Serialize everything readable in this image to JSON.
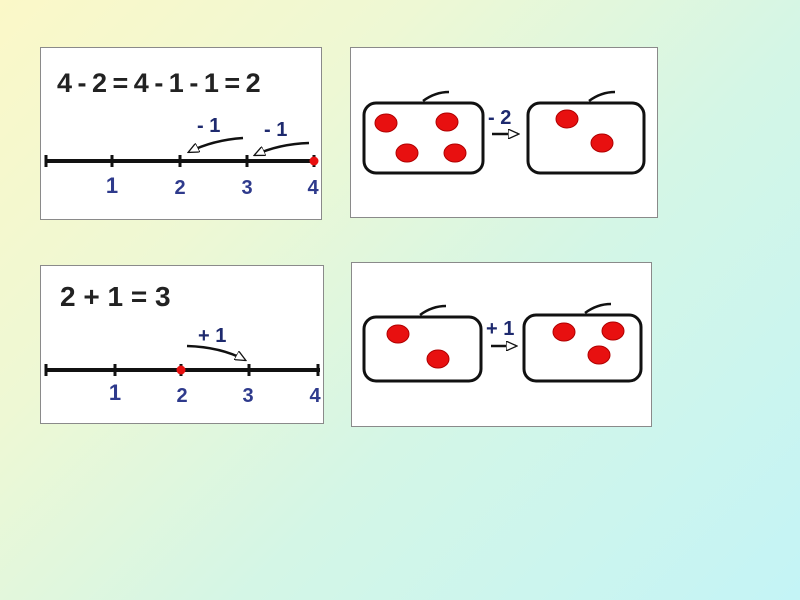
{
  "colors": {
    "dot": "#e81010",
    "dot_stroke": "#b00000",
    "line": "#111111",
    "tick_label": "#2e3a8c",
    "op_label": "#1e2a6e",
    "equation": "#222222"
  },
  "panels": {
    "top_left": {
      "equation": "4 - 2 = 4 - 1 - 1 = 2",
      "ticks": [
        "1",
        "2",
        "3",
        "4"
      ],
      "start_point": "4",
      "hops": [
        {
          "label": "- 1",
          "from": "4",
          "to": "3"
        },
        {
          "label": "- 1",
          "from": "3",
          "to": "2"
        }
      ]
    },
    "top_right": {
      "operation": "- 2",
      "left_box_dots": 4,
      "right_box_dots": 2
    },
    "bottom_left": {
      "equation": "2 + 1 = 3",
      "ticks": [
        "1",
        "2",
        "3",
        "4"
      ],
      "start_point": "2",
      "hops": [
        {
          "label": "+ 1",
          "from": "2",
          "to": "3"
        }
      ]
    },
    "bottom_right": {
      "operation": "+ 1",
      "left_box_dots": 2,
      "right_box_dots": 3
    }
  }
}
